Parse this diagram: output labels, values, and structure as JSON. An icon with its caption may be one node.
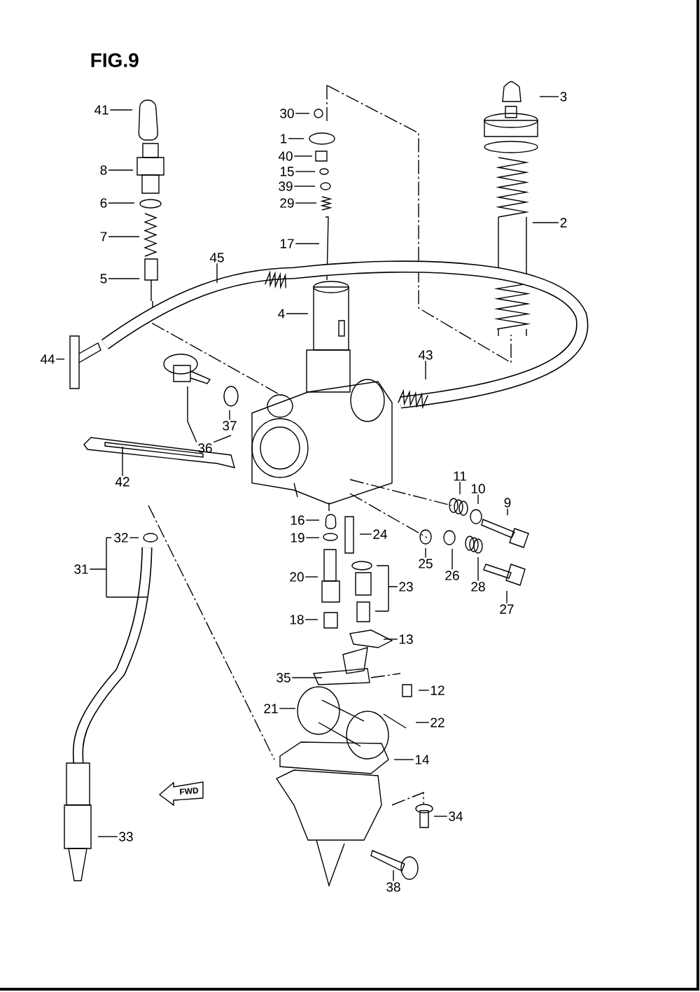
{
  "diagram": {
    "title": "FIG.9",
    "nodes": [
      {
        "text": [
          "3"
        ]
      },
      {
        "text": [
          "41"
        ]
      },
      {
        "text": [
          "30"
        ]
      },
      {
        "text": [
          "1"
        ]
      },
      {
        "text": [
          "40"
        ]
      },
      {
        "text": [
          "8"
        ]
      },
      {
        "text": [
          "15"
        ]
      },
      {
        "text": [
          "39"
        ]
      },
      {
        "text": [
          "6"
        ]
      },
      {
        "text": [
          "29"
        ]
      },
      {
        "text": [
          "2"
        ]
      },
      {
        "text": [
          "7"
        ]
      },
      {
        "text": [
          "17"
        ]
      },
      {
        "text": [
          "45"
        ]
      },
      {
        "text": [
          "5"
        ]
      },
      {
        "text": [
          "4"
        ]
      },
      {
        "text": [
          "43"
        ]
      },
      {
        "text": [
          "44"
        ]
      },
      {
        "text": [
          "37"
        ]
      },
      {
        "text": [
          "36"
        ]
      },
      {
        "text": [
          "11"
        ]
      },
      {
        "text": [
          "42"
        ]
      },
      {
        "text": [
          "10"
        ]
      },
      {
        "text": [
          "9"
        ]
      },
      {
        "text": [
          "16"
        ]
      },
      {
        "text": [
          "24"
        ]
      },
      {
        "text": [
          "32"
        ]
      },
      {
        "text": [
          "19"
        ]
      },
      {
        "text": [
          "25"
        ]
      },
      {
        "text": [
          "31"
        ]
      },
      {
        "text": [
          "20"
        ]
      },
      {
        "text": [
          "26"
        ]
      },
      {
        "text": [
          "23"
        ]
      },
      {
        "text": [
          "28"
        ]
      },
      {
        "text": [
          "27"
        ]
      },
      {
        "text": [
          "18"
        ]
      },
      {
        "text": [
          "13"
        ]
      },
      {
        "text": [
          "35"
        ]
      },
      {
        "text": [
          "12"
        ]
      },
      {
        "text": [
          "21"
        ]
      },
      {
        "text": [
          "22"
        ]
      },
      {
        "text": [
          "14"
        ]
      },
      {
        "text": [
          "34"
        ]
      },
      {
        "text": [
          "33"
        ]
      },
      {
        "text": [
          "38"
        ]
      }
    ],
    "edges": [
      {
        "from": 0,
        "to": null,
        "arrow": "none"
      },
      {
        "from": 1,
        "to": null,
        "arrow": "none"
      },
      {
        "from": 2,
        "to": null,
        "arrow": "none"
      },
      {
        "from": 3,
        "to": null,
        "arrow": "none"
      },
      {
        "from": 4,
        "to": null,
        "arrow": "none"
      },
      {
        "from": 5,
        "to": null,
        "arrow": "none"
      },
      {
        "from": 6,
        "to": null,
        "arrow": "none"
      },
      {
        "from": 7,
        "to": null,
        "arrow": "none"
      },
      {
        "from": 8,
        "to": null,
        "arrow": "none"
      },
      {
        "from": 9,
        "to": null,
        "arrow": "none"
      },
      {
        "from": 10,
        "to": null,
        "arrow": "none"
      },
      {
        "from": 11,
        "to": null,
        "arrow": "none"
      },
      {
        "from": 12,
        "to": null,
        "arrow": "none"
      },
      {
        "from": 13,
        "to": null,
        "arrow": "none"
      },
      {
        "from": 14,
        "to": null,
        "arrow": "none"
      },
      {
        "from": 15,
        "to": null,
        "arrow": "none"
      },
      {
        "from": 16,
        "to": null,
        "arrow": "none"
      },
      {
        "from": 17,
        "to": null,
        "arrow": "none"
      },
      {
        "from": 18,
        "to": null,
        "arrow": "none"
      },
      {
        "from": 19,
        "to": null,
        "arrow": "none"
      },
      {
        "from": 20,
        "to": null,
        "arrow": "none"
      },
      {
        "from": 21,
        "to": null,
        "arrow": "none"
      },
      {
        "from": 22,
        "to": null,
        "arrow": "none"
      },
      {
        "from": 23,
        "to": null,
        "arrow": "none"
      },
      {
        "from": 24,
        "to": null,
        "arrow": "none"
      },
      {
        "from": 25,
        "to": null,
        "arrow": "none"
      },
      {
        "from": 26,
        "to": null,
        "arrow": "none"
      },
      {
        "from": 27,
        "to": null,
        "arrow": "none"
      },
      {
        "from": 28,
        "to": null,
        "arrow": "none"
      },
      {
        "from": 29,
        "to": null,
        "arrow": "none"
      },
      {
        "from": 30,
        "to": null,
        "arrow": "none"
      },
      {
        "from": 31,
        "to": null,
        "arrow": "none"
      },
      {
        "from": 32,
        "to": null,
        "arrow": "none"
      },
      {
        "from": 33,
        "to": null,
        "arrow": "none"
      },
      {
        "from": 34,
        "to": null,
        "arrow": "none"
      },
      {
        "from": 35,
        "to": null,
        "arrow": "none"
      },
      {
        "from": 36,
        "to": null,
        "arrow": "none"
      },
      {
        "from": 37,
        "to": null,
        "arrow": "none"
      },
      {
        "from": 38,
        "to": null,
        "arrow": "none"
      },
      {
        "from": 39,
        "to": null,
        "arrow": "none"
      },
      {
        "from": 40,
        "to": null,
        "arrow": "none"
      },
      {
        "from": 41,
        "to": null,
        "arrow": "none"
      },
      {
        "from": 42,
        "to": null,
        "arrow": "none"
      },
      {
        "from": 43,
        "to": null,
        "arrow": "none"
      },
      {
        "from": 44,
        "to": null,
        "arrow": "none"
      }
    ],
    "labels": [
      "FWD"
    ]
  }
}
